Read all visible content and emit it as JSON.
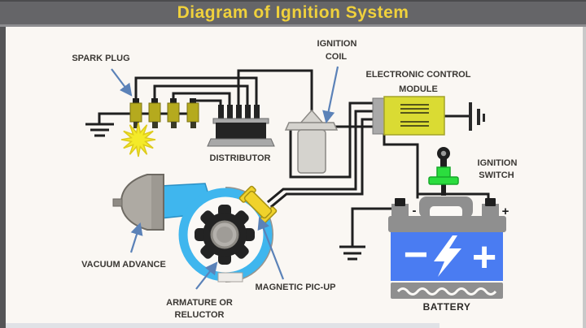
{
  "header": {
    "title": "Diagram of Ignition System"
  },
  "labels": {
    "spark_plug": "SPARK PLUG",
    "distributor": "DISTRIBUTOR",
    "ignition_coil_line1": "IGNITION",
    "ignition_coil_line2": "COIL",
    "ecm_line1": "ELECTRONIC CONTROL",
    "ecm_line2": "MODULE",
    "ignition_switch_line1": "IGNITION",
    "ignition_switch_line2": "SWITCH",
    "vacuum_advance": "VACUUM ADVANCE",
    "armature_line1": "ARMATURE OR",
    "armature_line2": "RELUCTOR",
    "magnetic_pickup": "MAGNETIC PIC-UP",
    "battery": "BATTERY"
  },
  "battery": {
    "terminal_negative": "-",
    "terminal_positive": "+",
    "face_negative": "−",
    "face_positive": "+"
  },
  "colors": {
    "title_yellow": "#f0d13c",
    "header_gray": "#656568",
    "background": "#faf7f3",
    "wire_black": "#1f1f1f",
    "arrow_blue": "#5b82b8",
    "ecm_yellow": "#dadb33",
    "battery_blue": "#4a7cf2",
    "switch_green": "#2bdd3e",
    "distributor_body_blue": "#3fb6ee",
    "pickup_yellow": "#f0d22b",
    "spark_plug_olive": "#b5aa1e",
    "spark_star_yellow": "#f4ea29",
    "metal_gray": "#8f8f8f"
  }
}
